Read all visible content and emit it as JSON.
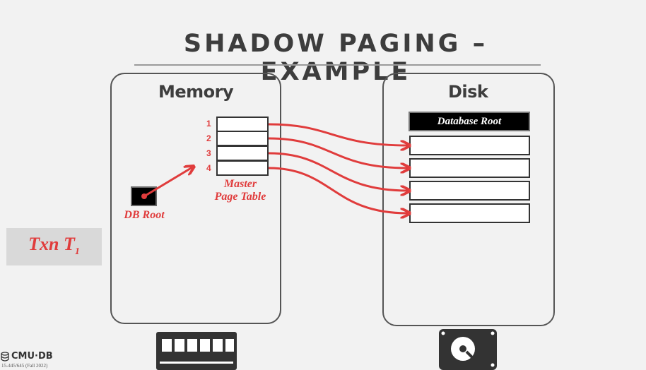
{
  "slide": {
    "title": "SHADOW PAGING – EXAMPLE"
  },
  "memory": {
    "label": "Memory",
    "row_numbers": [
      "1",
      "2",
      "3",
      "4"
    ],
    "table_caption_line1": "Master",
    "table_caption_line2": "Page Table",
    "db_root_label": "DB Root"
  },
  "disk": {
    "label": "Disk",
    "root_label": "Database Root"
  },
  "txn": {
    "label": "Txn T",
    "subscript": "1"
  },
  "footer": {
    "logo": "CMU·DB",
    "course": "15-445/645 (Fall 2022)"
  },
  "icons": {
    "memory": "ram-chip-icon",
    "disk": "hard-drive-icon",
    "logo": "database-icon"
  },
  "colors": {
    "accent": "#e03c3c",
    "outline": "#555555",
    "background": "#f2f2f2"
  }
}
